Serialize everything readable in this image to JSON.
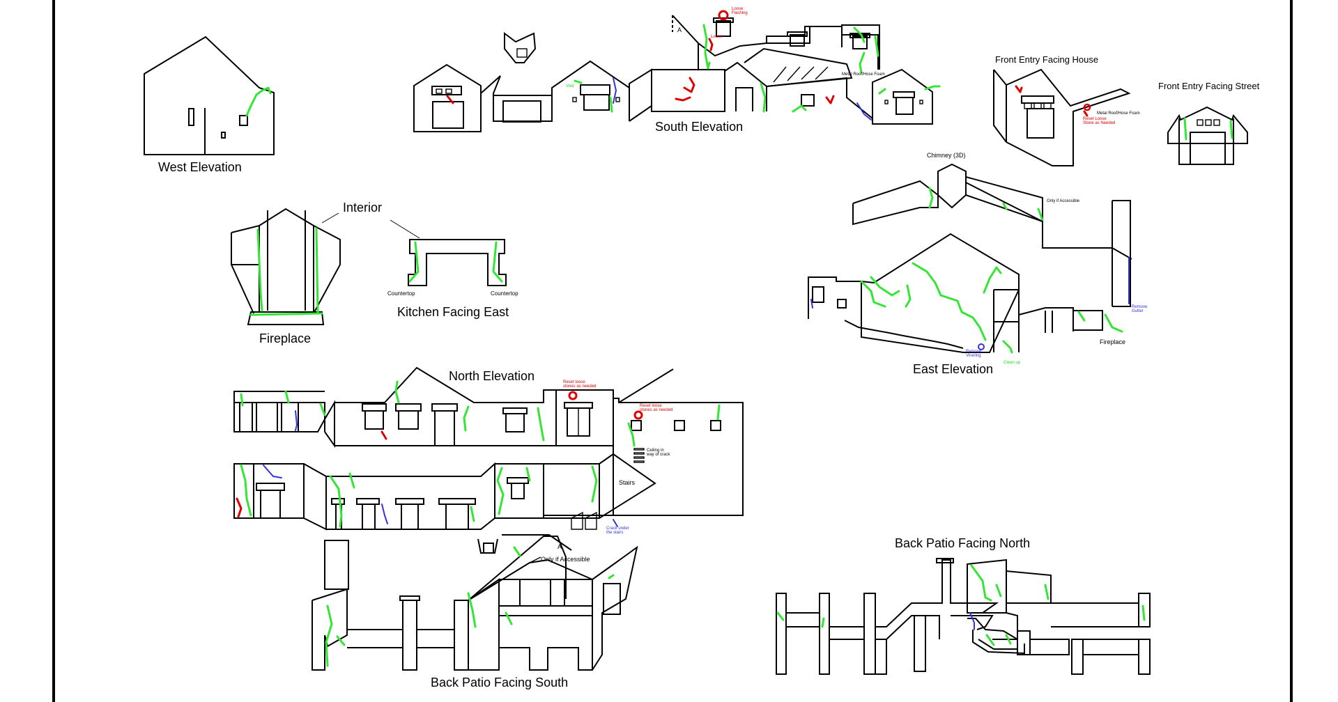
{
  "titles": {
    "west": "West Elevation",
    "south": "South Elevation",
    "front_house": "Front Entry Facing House",
    "front_street": "Front Entry Facing Street",
    "interior": "Interior",
    "fireplace": "Fireplace",
    "kitchen": "Kitchen Facing East",
    "east": "East Elevation",
    "north": "North Elevation",
    "patio_south": "Back Patio Facing South",
    "patio_north": "Back Patio Facing North"
  },
  "labels": {
    "countertop_left": "Countertop",
    "countertop_right": "Countertop",
    "chimney_3d": "Chimney (3D)",
    "only_accessible": "Only if Accessible",
    "only_accessible_east": "Only if Accessible",
    "stairs": "Stairs",
    "fireplace_east": "Fireplace",
    "section_a_south": "A",
    "section_a_patio": "A",
    "void": "Void",
    "metal_roof_south": "Metal Roof/Hose Foam",
    "metal_roof_front": "Metal Roof/Hose Foam",
    "reset_stone_north_1a": "Reset loose",
    "reset_stone_north_1b": "stones as needed",
    "reset_stone_north_2a": "Reset loose",
    "reset_stone_north_2b": "stones as needed",
    "reset_stone_front_a": "Reset Loose",
    "reset_stone_front_b": "Stone as Needed",
    "loose_chimney_a": "Loose",
    "loose_chimney_b": "Flashing",
    "ceiling_note_a": "Ceiling in",
    "ceiling_note_b": "way of crack",
    "crack_note_a": "Crack under",
    "crack_note_b": "the stairs",
    "remove_gutter_a": "Remove",
    "remove_gutter_b": "Gutter",
    "remove_vine_a": "Remove",
    "remove_vine_b": "Vine/ing"
  },
  "legend_colors": {
    "crack": "#33e633",
    "loose_stone": "#e00000",
    "water": "#3333dd"
  }
}
